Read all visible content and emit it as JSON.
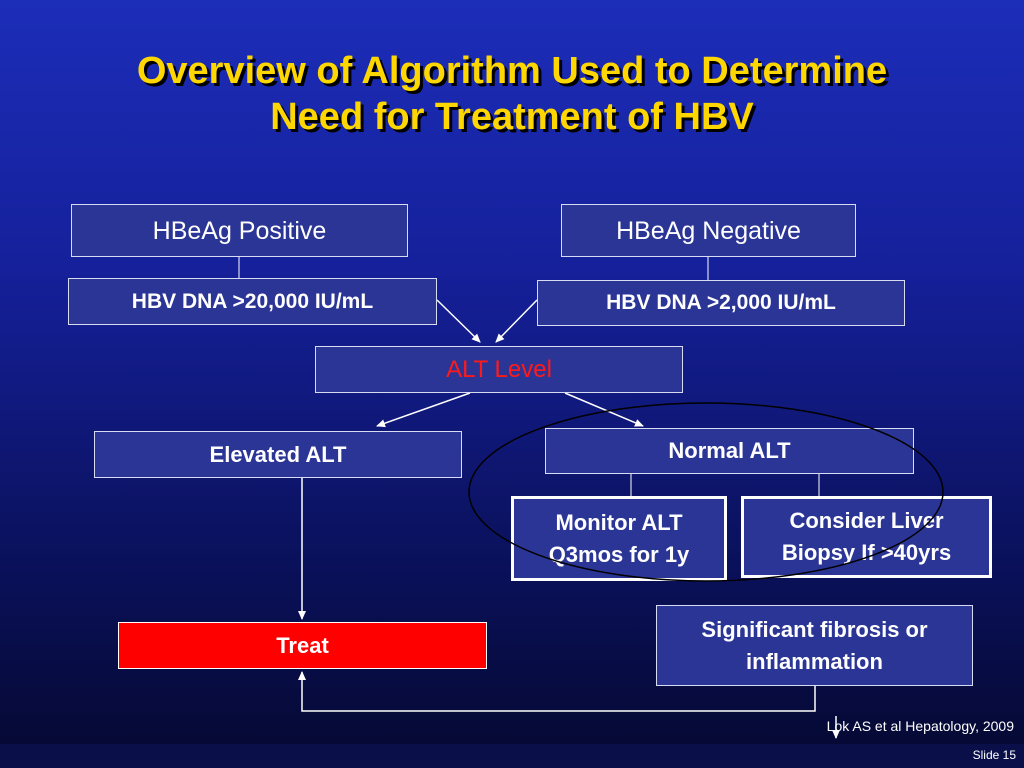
{
  "slide": {
    "title_line1": "Overview of Algorithm Used to Determine",
    "title_line2": "Need for Treatment of HBV",
    "citation": "Lok AS et al Hepatology, 2009",
    "slide_number": "Slide 15"
  },
  "flowchart": {
    "hbeag_positive": "HBeAg Positive",
    "hbeag_negative": "HBeAg Negative",
    "hbv_dna_positive": "HBV DNA >20,000 IU/mL",
    "hbv_dna_negative": "HBV DNA >2,000 IU/mL",
    "alt_level": "ALT Level",
    "elevated_alt": "Elevated ALT",
    "normal_alt": "Normal ALT",
    "monitor_line1": "Monitor ALT",
    "monitor_line2": "Q3mos for 1y",
    "biopsy_line1": "Consider Liver",
    "biopsy_line2": "Biopsy If >40yrs",
    "fibrosis_line1": "Significant fibrosis or",
    "fibrosis_line2": "inflammation",
    "treat": "Treat"
  },
  "colors": {
    "title": "#ffd700",
    "box_fill": "#2b3596",
    "treat_fill": "#ff0000",
    "alt_text": "#ff1a1a"
  }
}
